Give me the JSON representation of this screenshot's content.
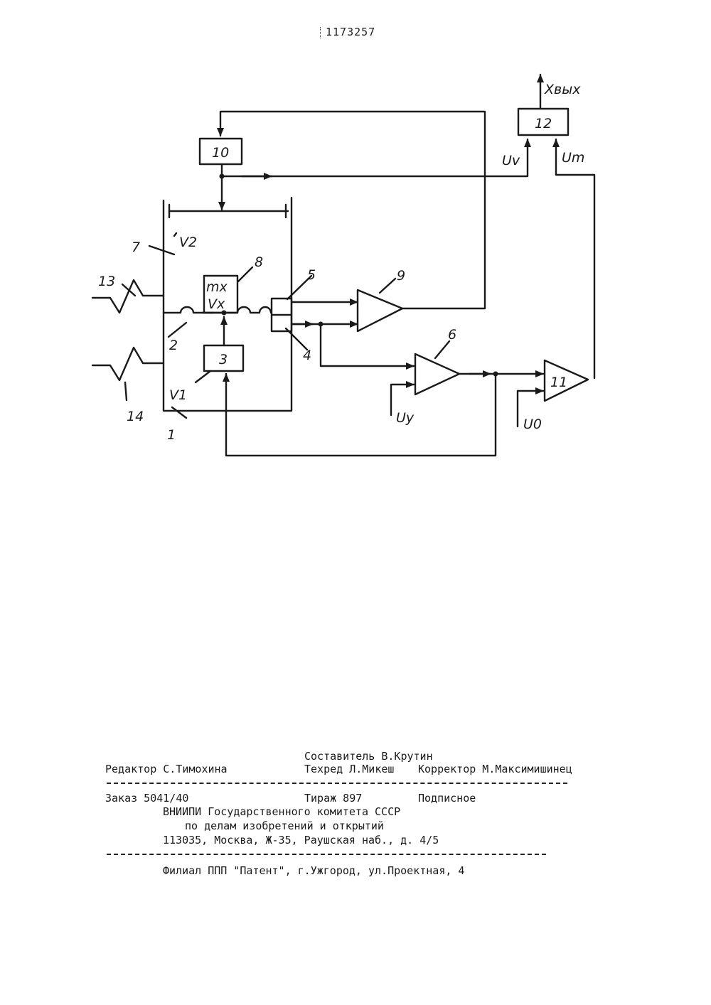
{
  "document": {
    "patent_number": "1173257"
  },
  "diagram": {
    "block_labels": {
      "b1": "1",
      "b2": "2",
      "b3": "3",
      "b4": "4",
      "b5": "5",
      "b6": "6",
      "b7": "7",
      "b8": "8",
      "b9": "9",
      "b10": "10",
      "b11": "11",
      "b12": "12",
      "b13": "13",
      "b14": "14"
    },
    "signal_labels": {
      "v1": "V1",
      "v2": "V2",
      "mx": "mx",
      "vx": "Vx",
      "uy": "Uy",
      "u0": "U0",
      "uv": "Uv",
      "um": "Um",
      "xout": "Xвых"
    }
  },
  "footer": {
    "compiler": "Составитель В.Крутин",
    "editor": "Редактор С.Тимохина",
    "techred": "Техред Л.Микеш",
    "corrector": "Корректор М.Максимишинец",
    "order": "Заказ 5041/40",
    "circulation": "Тираж 897",
    "subscription": "Подписное",
    "org_line1": "ВНИИПИ Государственного комитета СССР",
    "org_line2": "по делам изобретений и открытий",
    "org_address": "113035, Москва, Ж-35, Раушская наб., д. 4/5",
    "branch": "Филиал ППП \"Патент\", г.Ужгород, ул.Проектная, 4"
  }
}
